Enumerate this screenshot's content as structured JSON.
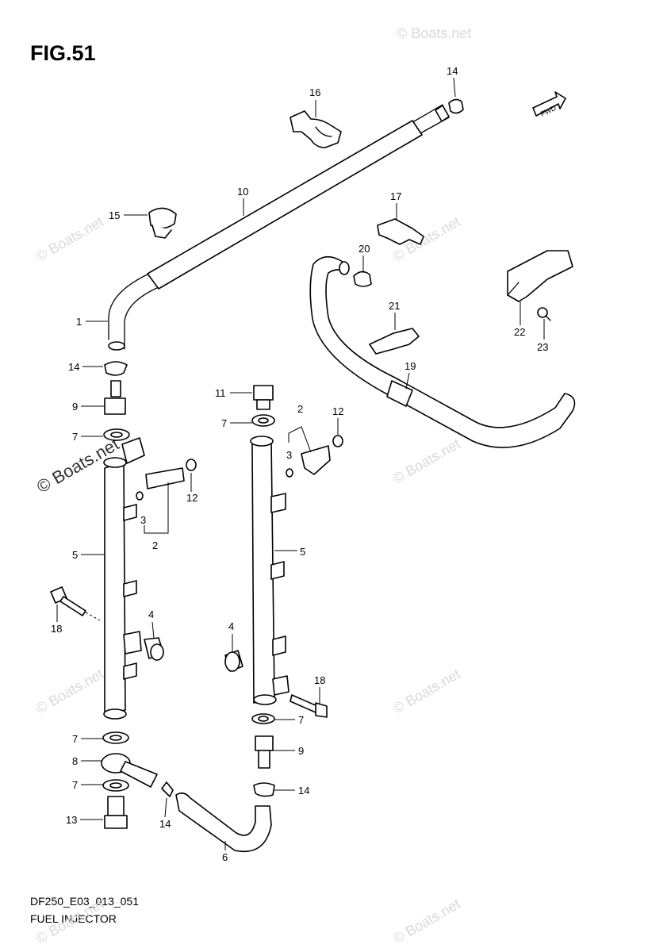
{
  "figure": {
    "title": "FIG.51",
    "model_code": "DF250_E03_013_051",
    "name": "FUEL INJECTOR",
    "fwd_label": "FWD"
  },
  "watermarks": {
    "main": "© Boats.net",
    "faint": "© Boats.net"
  },
  "callouts": [
    "1",
    "2",
    "2",
    "3",
    "3",
    "4",
    "4",
    "5",
    "5",
    "6",
    "7",
    "7",
    "7",
    "7",
    "7",
    "8",
    "9",
    "9",
    "10",
    "11",
    "12",
    "12",
    "13",
    "14",
    "14",
    "14",
    "14",
    "15",
    "16",
    "17",
    "18",
    "18",
    "19",
    "20",
    "21",
    "22",
    "23"
  ]
}
